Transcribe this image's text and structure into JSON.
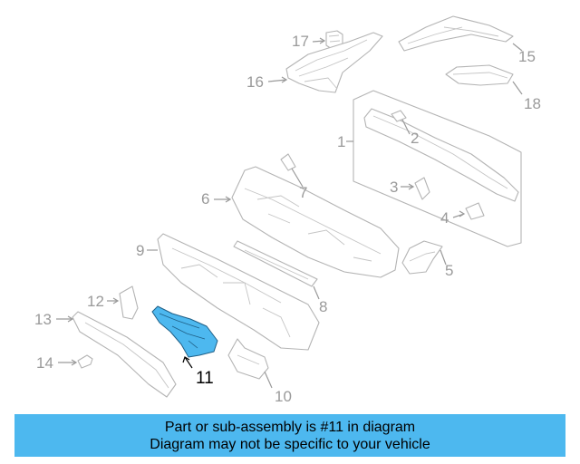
{
  "diagram": {
    "callouts": [
      {
        "id": "c1",
        "label": "1"
      },
      {
        "id": "c2",
        "label": "2"
      },
      {
        "id": "c3",
        "label": "3"
      },
      {
        "id": "c4",
        "label": "4"
      },
      {
        "id": "c5",
        "label": "5"
      },
      {
        "id": "c6",
        "label": "6"
      },
      {
        "id": "c7",
        "label": "7"
      },
      {
        "id": "c8",
        "label": "8"
      },
      {
        "id": "c9",
        "label": "9"
      },
      {
        "id": "c10",
        "label": "10"
      },
      {
        "id": "c11",
        "label": "11"
      },
      {
        "id": "c12",
        "label": "12"
      },
      {
        "id": "c13",
        "label": "13"
      },
      {
        "id": "c14",
        "label": "14"
      },
      {
        "id": "c15",
        "label": "15"
      },
      {
        "id": "c16",
        "label": "16"
      },
      {
        "id": "c17",
        "label": "17"
      },
      {
        "id": "c18",
        "label": "18"
      }
    ],
    "highlighted_part": "11",
    "highlight_color": "#4db8ef",
    "line_color": "#b4b4b4"
  },
  "banner": {
    "line1": "Part or sub-assembly is #11 in diagram",
    "line2": "Diagram may not be specific to your vehicle",
    "background": "#4db8ef"
  }
}
